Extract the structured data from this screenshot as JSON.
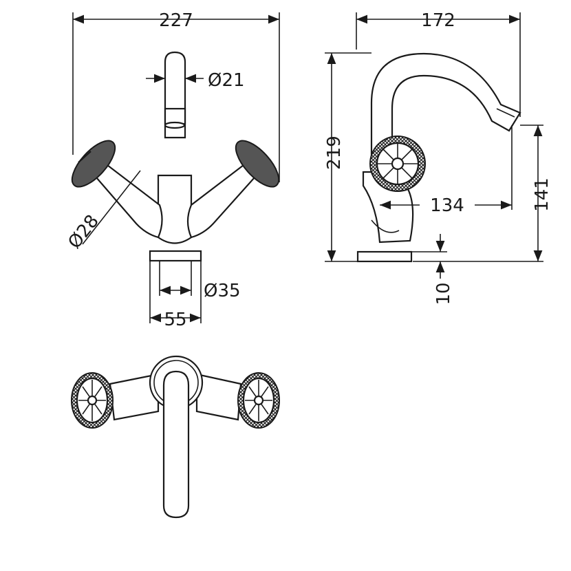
{
  "dimensions": {
    "overall_width": "227",
    "outlet_diameter": "Ø21",
    "handle_diameter": "Ø28",
    "base_diameter": "Ø35",
    "base_width": "55",
    "depth": "172",
    "height": "219",
    "spout_reach": "134",
    "spout_height": "141",
    "base_thickness": "10"
  }
}
